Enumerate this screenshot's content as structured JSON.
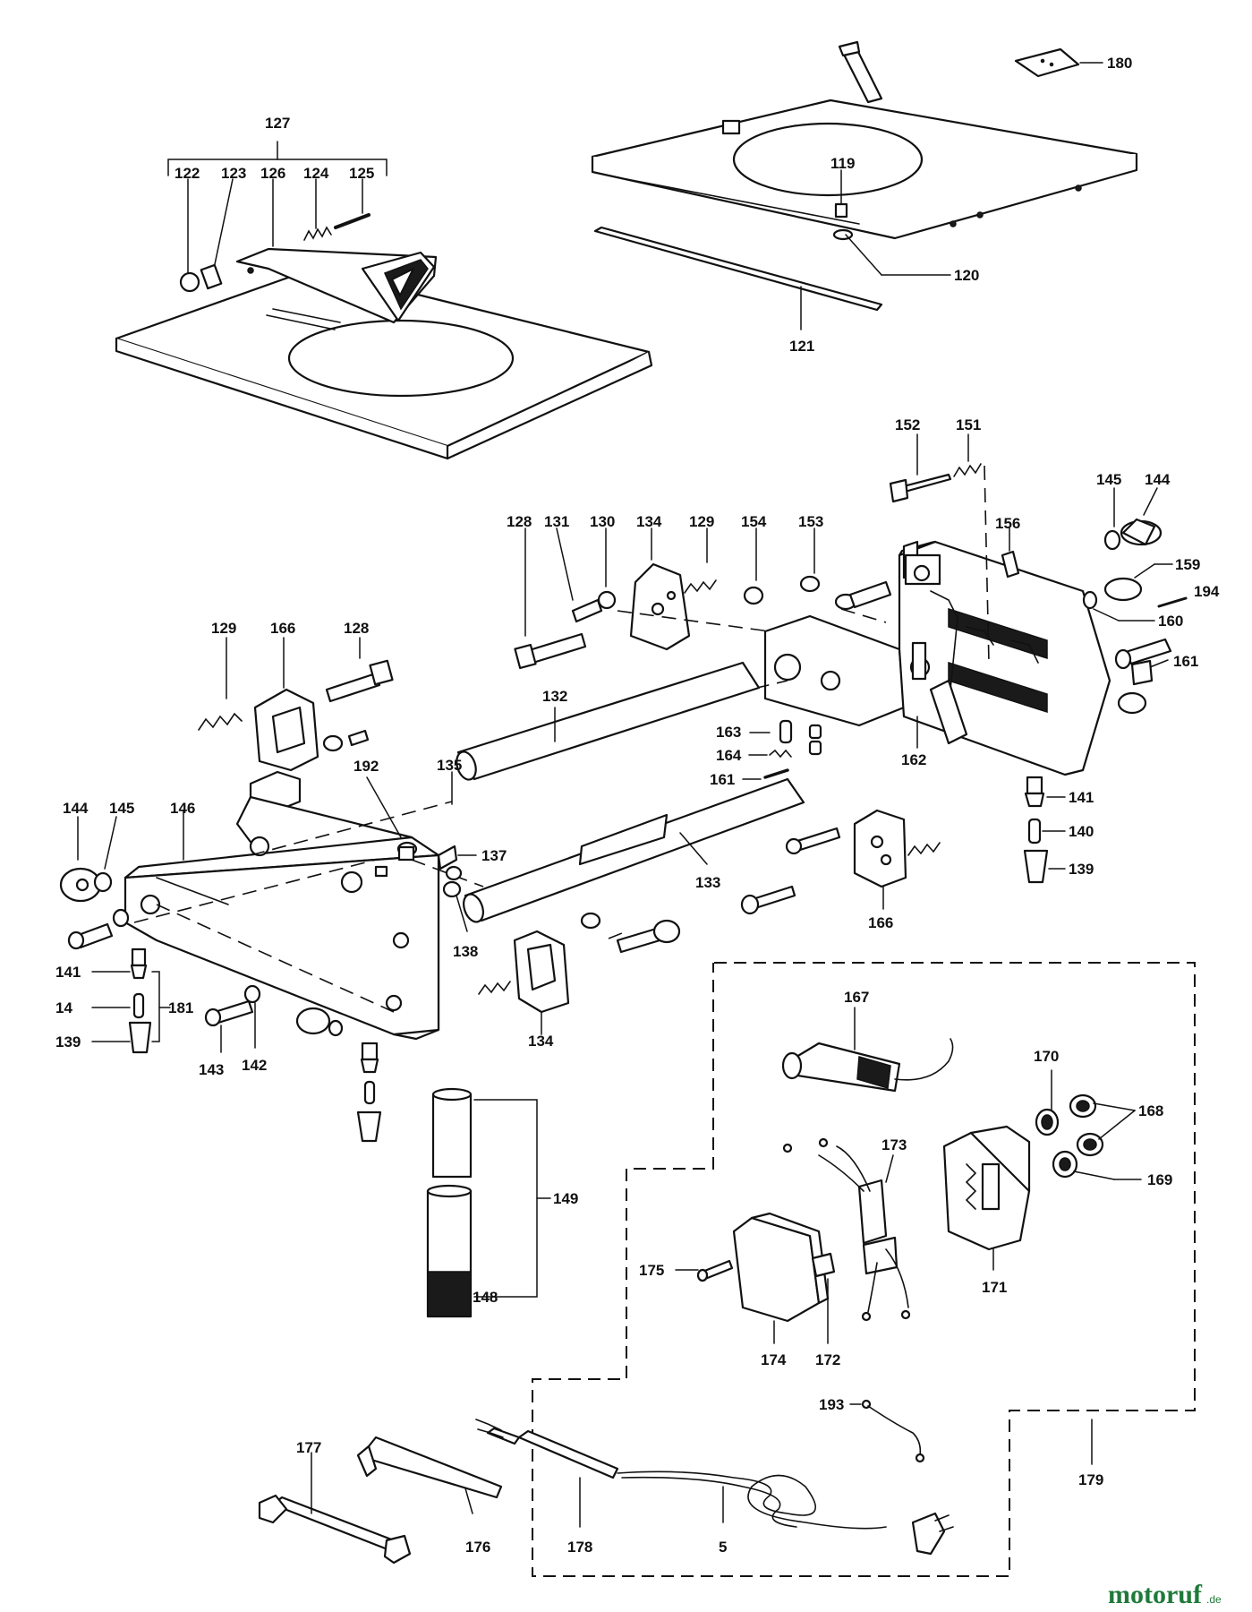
{
  "labels": {
    "l180": "180",
    "l127": "127",
    "l122": "122",
    "l123": "123",
    "l126": "126",
    "l124": "124",
    "l125": "125",
    "l119": "119",
    "l120": "120",
    "l121": "121",
    "l152": "152",
    "l151": "151",
    "l145a": "145",
    "l144a": "144",
    "l156": "156",
    "l159": "159",
    "l194": "194",
    "l160": "160",
    "l161a": "161",
    "l128a": "128",
    "l131": "131",
    "l130": "130",
    "l134a": "134",
    "l129a": "129",
    "l154": "154",
    "l153": "153",
    "l129b": "129",
    "l166a": "166",
    "l128b": "128",
    "l132": "132",
    "l163": "163",
    "l164": "164",
    "l161b": "161",
    "l162": "162",
    "l192": "192",
    "l135": "135",
    "l144b": "144",
    "l145b": "145",
    "l146": "146",
    "l137": "137",
    "l138": "138",
    "l133": "133",
    "l166b": "166",
    "l141a": "141",
    "l140": "140",
    "l139a": "139",
    "l141b": "141",
    "l14": "14",
    "l181": "181",
    "l139b": "139",
    "l143": "143",
    "l142": "142",
    "l134b": "134",
    "l167": "167",
    "l170": "170",
    "l168": "168",
    "l169": "169",
    "l173": "173",
    "l171": "171",
    "l149": "149",
    "l148": "148",
    "l175": "175",
    "l174": "174",
    "l172": "172",
    "l193": "193",
    "l179": "179",
    "l177": "177",
    "l176": "176",
    "l178": "178",
    "l5": "5"
  },
  "watermark": {
    "brand": "motoruf",
    "suffix": ".de"
  }
}
